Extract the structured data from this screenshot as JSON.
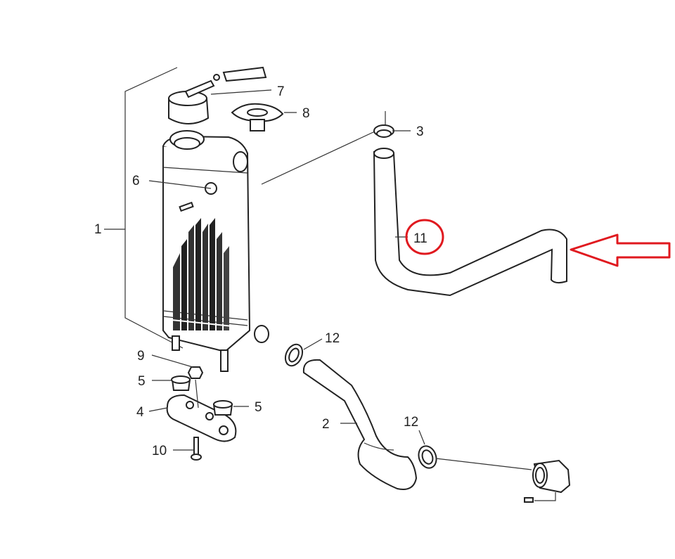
{
  "labels": {
    "p1": "1",
    "p2": "2",
    "p3": "3",
    "p4": "4",
    "p5a": "5",
    "p5b": "5",
    "p6": "6",
    "p7": "7",
    "p8": "8",
    "p9": "9",
    "p10": "10",
    "p11": "11",
    "p12a": "12",
    "p12b": "12"
  },
  "highlight": {
    "part": "11",
    "color": "#e0191f"
  }
}
